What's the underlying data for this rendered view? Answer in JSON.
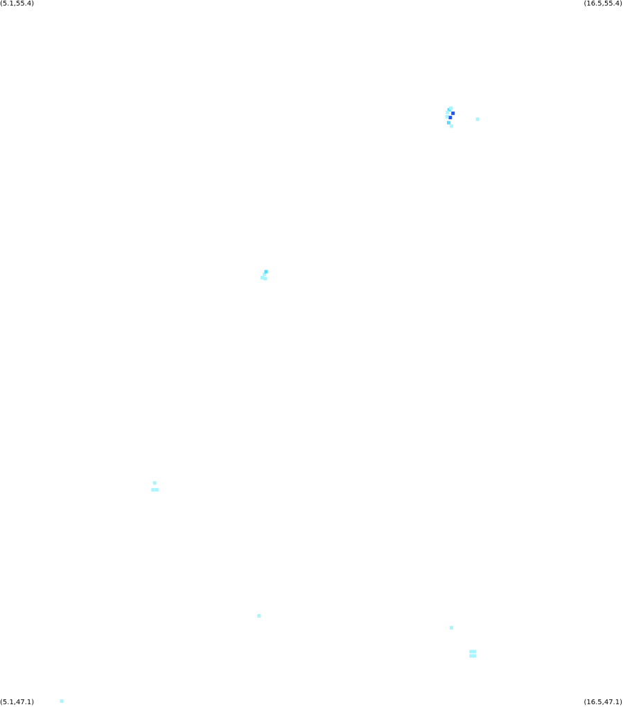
{
  "corners": {
    "top_left": "(5.1,55.4)",
    "top_right": "(16.5,55.4)",
    "bottom_left": "(5.1,47.1)",
    "bottom_right": "(16.5,47.1)"
  },
  "bounds": {
    "lon_min": 5.1,
    "lon_max": 16.5,
    "lat_min": 47.1,
    "lat_max": 55.4
  },
  "colors": {
    "low": "#aaf4ff",
    "mid": "#55ddff",
    "high": "#2255ee",
    "label": "#000000"
  },
  "chart_data": {
    "type": "heatmap",
    "x_range": [
      5.1,
      16.5
    ],
    "y_range": [
      47.1,
      55.4
    ],
    "points": [
      {
        "lon": 13.32,
        "lat": 54.11,
        "level": "mid"
      },
      {
        "lon": 13.39,
        "lat": 54.07,
        "level": "high"
      },
      {
        "lon": 13.34,
        "lat": 54.02,
        "level": "high"
      },
      {
        "lon": 13.29,
        "lat": 54.08,
        "level": "low"
      },
      {
        "lon": 13.28,
        "lat": 54.03,
        "level": "low"
      },
      {
        "lon": 13.35,
        "lat": 54.13,
        "level": "low"
      },
      {
        "lon": 13.31,
        "lat": 53.96,
        "level": "mid"
      },
      {
        "lon": 13.36,
        "lat": 53.92,
        "level": "low"
      },
      {
        "lon": 13.84,
        "lat": 54.0,
        "level": "low"
      },
      {
        "lon": 9.94,
        "lat": 52.18,
        "level": "low"
      },
      {
        "lon": 9.97,
        "lat": 52.21,
        "level": "mid"
      },
      {
        "lon": 9.9,
        "lat": 52.14,
        "level": "low"
      },
      {
        "lon": 9.95,
        "lat": 52.13,
        "level": "low"
      },
      {
        "lon": 7.93,
        "lat": 49.73,
        "level": "low"
      },
      {
        "lon": 7.9,
        "lat": 49.65,
        "level": "low"
      },
      {
        "lon": 7.97,
        "lat": 49.65,
        "level": "low"
      },
      {
        "lon": 9.84,
        "lat": 48.17,
        "level": "low"
      },
      {
        "lon": 13.36,
        "lat": 48.03,
        "level": "low"
      },
      {
        "lon": 13.72,
        "lat": 47.75,
        "level": "low"
      },
      {
        "lon": 13.78,
        "lat": 47.75,
        "level": "low"
      },
      {
        "lon": 13.72,
        "lat": 47.7,
        "level": "low"
      },
      {
        "lon": 13.78,
        "lat": 47.7,
        "level": "low"
      },
      {
        "lon": 6.23,
        "lat": 47.17,
        "level": "low"
      }
    ]
  }
}
